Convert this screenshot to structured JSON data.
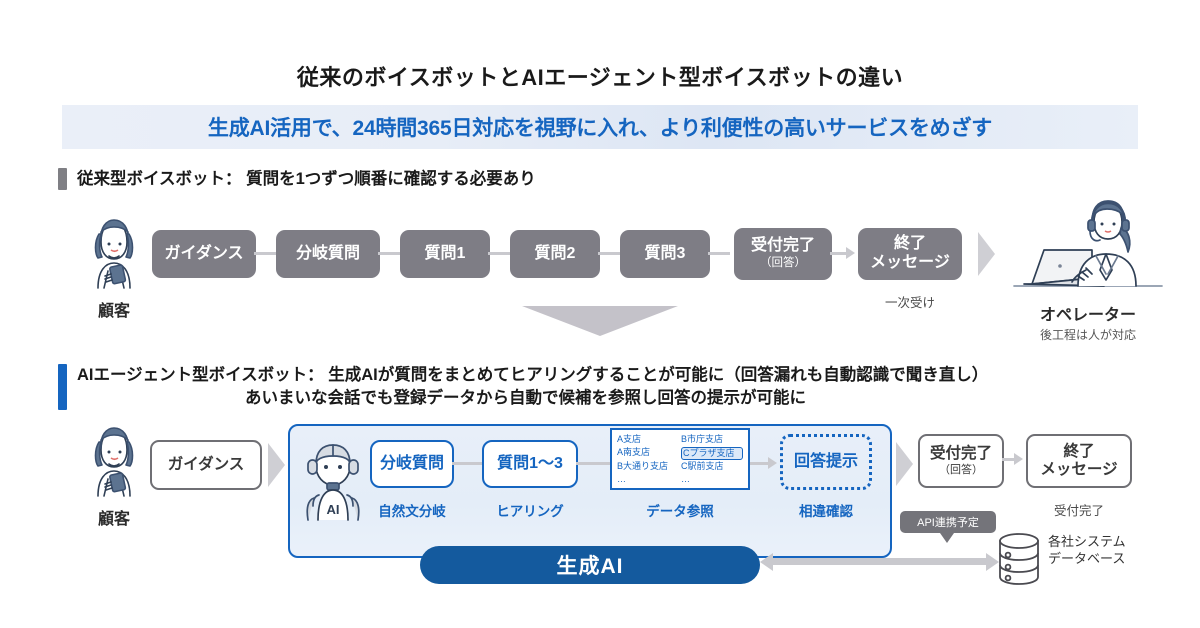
{
  "title": "従来のボイスボットとAIエージェント型ボイスボットの違い",
  "banner": {
    "text": "生成AI活用で、24時間365日対応を視野に入れ、より利便性の高いサービスをめざす",
    "accent": "#1565c0"
  },
  "section1": {
    "heading": "従来型ボイスボット：  質問を1つずつ順番に確認する必要あり",
    "bar_color": "#7f7f84",
    "customer": {
      "label": "顧客",
      "icon": "customer-avatar-icon"
    },
    "steps": [
      {
        "label": "ガイダンス",
        "sub": ""
      },
      {
        "label": "分岐質問",
        "sub": ""
      },
      {
        "label": "質問1",
        "sub": ""
      },
      {
        "label": "質問2",
        "sub": ""
      },
      {
        "label": "質問3",
        "sub": ""
      },
      {
        "label": "受付完了",
        "sub": "（回答）"
      },
      {
        "label": "終了\nメッセージ",
        "sub": ""
      }
    ],
    "step_caption": "一次受け",
    "operator": {
      "label": "オペレーター",
      "sub": "後工程は人が対応",
      "icon": "operator-headset-icon"
    }
  },
  "section2": {
    "heading_line1": "AIエージェント型ボイスボット：  生成AIが質問をまとめてヒアリングすることが可能に（回答漏れも自動認識で聞き直し）",
    "heading_line2": "あいまいな会話でも登録データから自動で候補を参照し回答の提示が可能に",
    "bar_color": "#1565c0",
    "customer": {
      "label": "顧客",
      "icon": "customer-avatar-icon"
    },
    "guidance": {
      "label": "ガイダンス"
    },
    "ai_icon": "ai-robot-icon",
    "panel_steps": [
      {
        "label": "分岐質問",
        "caption": "自然文分岐",
        "style": "outline-blue"
      },
      {
        "label": "質問1～3",
        "caption": "ヒアリング",
        "style": "outline-blue"
      },
      {
        "label": "",
        "caption": "データ参照",
        "style": "data-table"
      },
      {
        "label": "回答提示",
        "caption": "相違確認",
        "style": "dotted-blue"
      }
    ],
    "data_reference": {
      "items": [
        {
          "text": "A支店",
          "highlight": false
        },
        {
          "text": "B市庁支店",
          "highlight": false
        },
        {
          "text": "A南支店",
          "highlight": false
        },
        {
          "text": "Cプラザ支店",
          "highlight": true
        },
        {
          "text": "B大通り支店",
          "highlight": false
        },
        {
          "text": "C駅前支店",
          "highlight": false
        },
        {
          "text": "…",
          "highlight": false
        },
        {
          "text": "…",
          "highlight": false
        }
      ]
    },
    "genai_bar": {
      "label": "生成AI",
      "color": "#145a9e"
    },
    "end_steps": [
      {
        "label": "受付完了",
        "sub": "（回答）"
      },
      {
        "label": "終了\nメッセージ",
        "sub": ""
      }
    ],
    "end_caption": "受付完了",
    "api_tag": "API連携予定",
    "database": {
      "line1": "各社システム",
      "line2": "データベース",
      "icon": "database-icon"
    }
  }
}
